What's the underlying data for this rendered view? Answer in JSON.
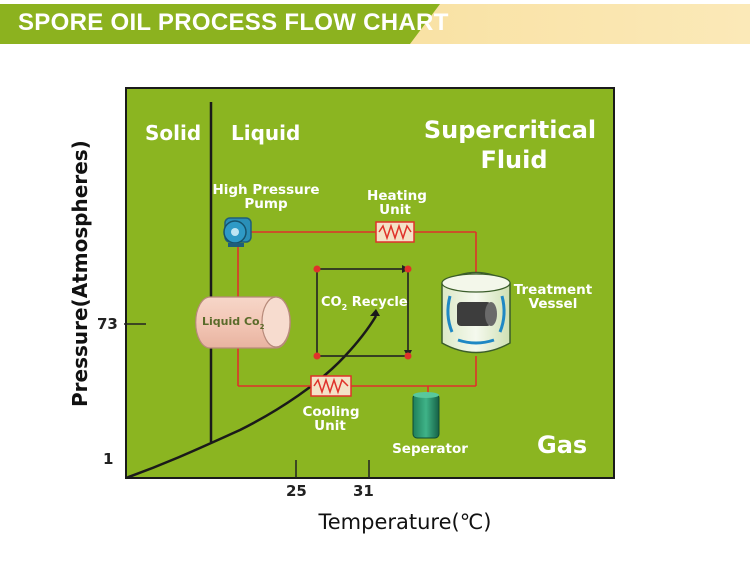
{
  "header": {
    "title": "SPORE OIL PROCESS FLOW CHART",
    "banner_color": "#8cb21f",
    "banner_fade_color": "#f3d88d"
  },
  "diagram": {
    "background_color": "#8bb521",
    "accent_red": "#e0322a",
    "regions": {
      "solid": "Solid",
      "liquid": "Liquid",
      "supercritical_line1": "Supercritical",
      "supercritical_line2": "Fluid",
      "gas": "Gas"
    },
    "components": {
      "pump_line1": "High Pressure",
      "pump_line2": "Pump",
      "heating_line1": "Heating",
      "heating_line2": "Unit",
      "treatment_line1": "Treatment",
      "treatment_line2": "Vessel",
      "cooling_line1": "Cooling",
      "cooling_line2": "Unit",
      "separator": "Seperator",
      "liquid_tank": "Liquid Co",
      "liquid_tank_sub": "2",
      "recycle": "CO",
      "recycle_sub": "2",
      "recycle_rest": " Recycle"
    },
    "icons": [
      "pump-icon",
      "heater-coil-icon",
      "cooler-coil-icon",
      "separator-tank-icon",
      "treatment-vessel-icon",
      "liquid-co2-tank-icon"
    ]
  },
  "axes": {
    "y_title": "Pressure(Atmospheres)",
    "x_title": "Temperature(℃)",
    "y_ticks": [
      "73",
      "1"
    ],
    "x_ticks": [
      "25",
      "31"
    ]
  }
}
